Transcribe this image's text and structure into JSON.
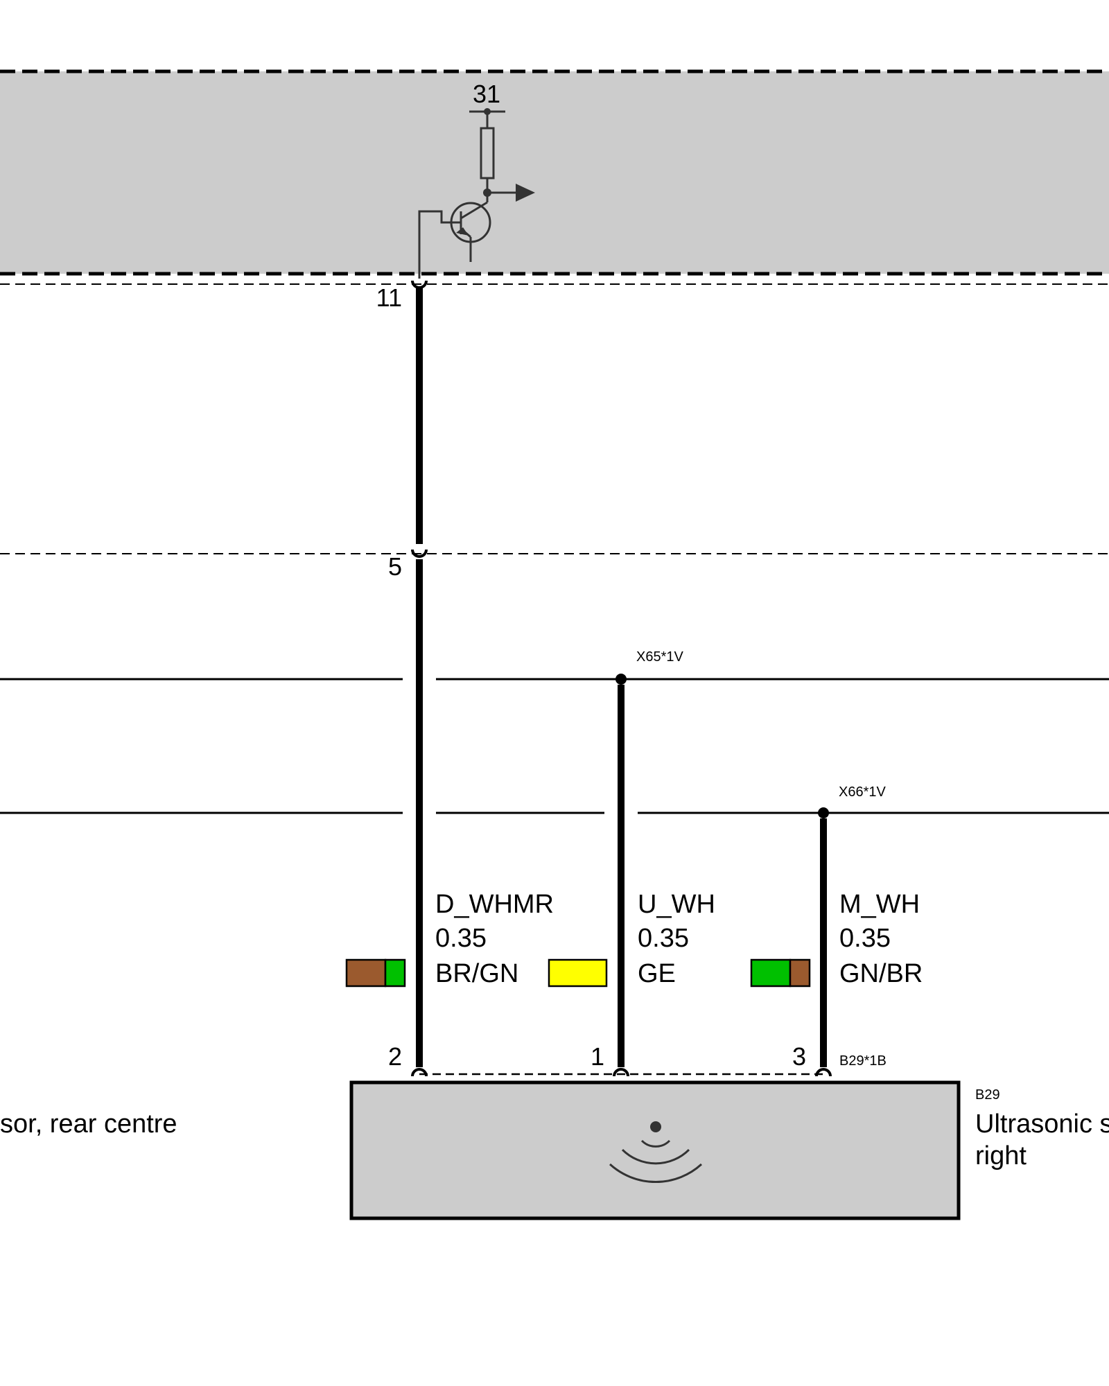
{
  "module": {
    "ground_terminal": "31"
  },
  "pins": {
    "module_pin": "11",
    "connector_pin": "5"
  },
  "splices": {
    "x65": "X65*1V",
    "x66": "X66*1V"
  },
  "wires": [
    {
      "signal": "D_WHMR",
      "gauge": "0.35",
      "color_code": "BR/GN",
      "swatch": [
        "#9b5a2e",
        "#00c000"
      ]
    },
    {
      "signal": "U_WH",
      "gauge": "0.35",
      "color_code": "GE",
      "swatch": [
        "#ffff00"
      ]
    },
    {
      "signal": "M_WH",
      "gauge": "0.35",
      "color_code": "GN/BR",
      "swatch": [
        "#00c000",
        "#9b5a2e"
      ]
    }
  ],
  "sensor_pins": [
    "2",
    "1",
    "3"
  ],
  "sensor": {
    "connector": "B29*1B",
    "id": "B29",
    "name_line1": "Ultrasonic s",
    "name_line2": "right"
  },
  "left_sensor_label": "sor, rear centre",
  "colors": {
    "panel_fill": "#cccccc",
    "wire": "#000000"
  }
}
